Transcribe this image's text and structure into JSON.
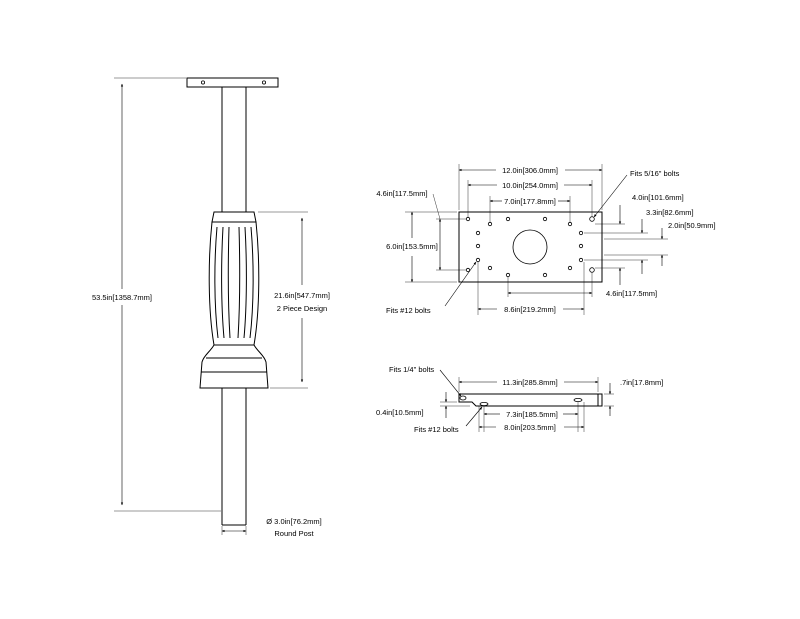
{
  "post": {
    "height_label": "53.5in[1358.7mm]",
    "sleeve_label": "21.6in[547.7mm]",
    "sleeve_note": "2 Piece Design",
    "diameter_label": "Ø 3.0in[76.2mm]",
    "diameter_note": "Round Post"
  },
  "plate_top": {
    "overall_width": "12.0in[306.0mm]",
    "width_2": "10.0in[254.0mm]",
    "width_3": "7.0in[177.8mm]",
    "left_height_small": "4.6in[117.5mm]",
    "left_height_full": "6.0in[153.5mm]",
    "bolts_large": "Fits 5/16\" bolts",
    "right_dim_1": "4.0in[101.6mm]",
    "right_dim_2": "3.3in[82.6mm]",
    "right_dim_3": "2.0in[50.9mm]",
    "bolts_small": "Fits #12 bolts",
    "bottom_dim_1": "4.6in[117.5mm]",
    "bottom_dim_2": "8.6in[219.2mm]"
  },
  "plate_side": {
    "bolts_quarter": "Fits 1/4\" bolts",
    "width": "11.3in[285.8mm]",
    "thickness": ".7in[17.8mm]",
    "left_offset": "0.4in[10.5mm]",
    "bolts_small": "Fits #12 bolts",
    "dim_1": "7.3in[185.5mm]",
    "dim_2": "8.0in[203.5mm]"
  }
}
